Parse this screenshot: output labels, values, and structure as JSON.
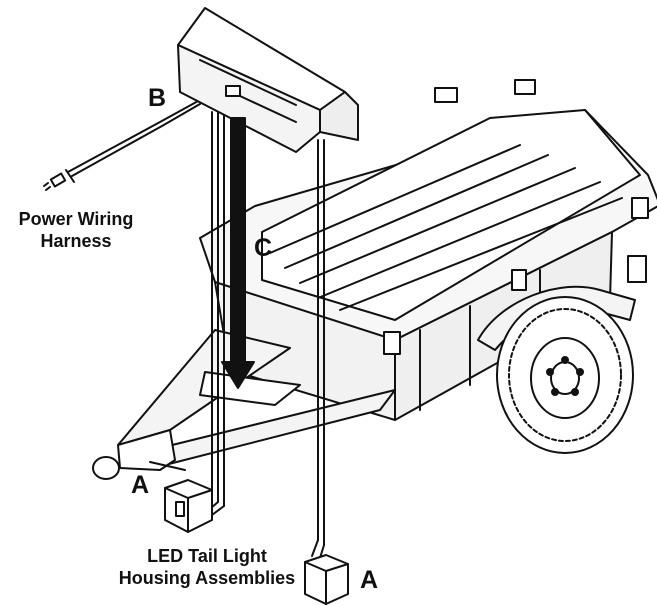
{
  "labels": {
    "b": "B",
    "c": "C",
    "a_left": "A",
    "a_right": "A",
    "harness_line1": "Power Wiring",
    "harness_line2": "Harness",
    "tail_line1": "LED Tail Light",
    "tail_line2": "Housing Assemblies"
  },
  "colors": {
    "ink": "#111111",
    "paper": "#ffffff",
    "fill": "#f4f4f4"
  }
}
